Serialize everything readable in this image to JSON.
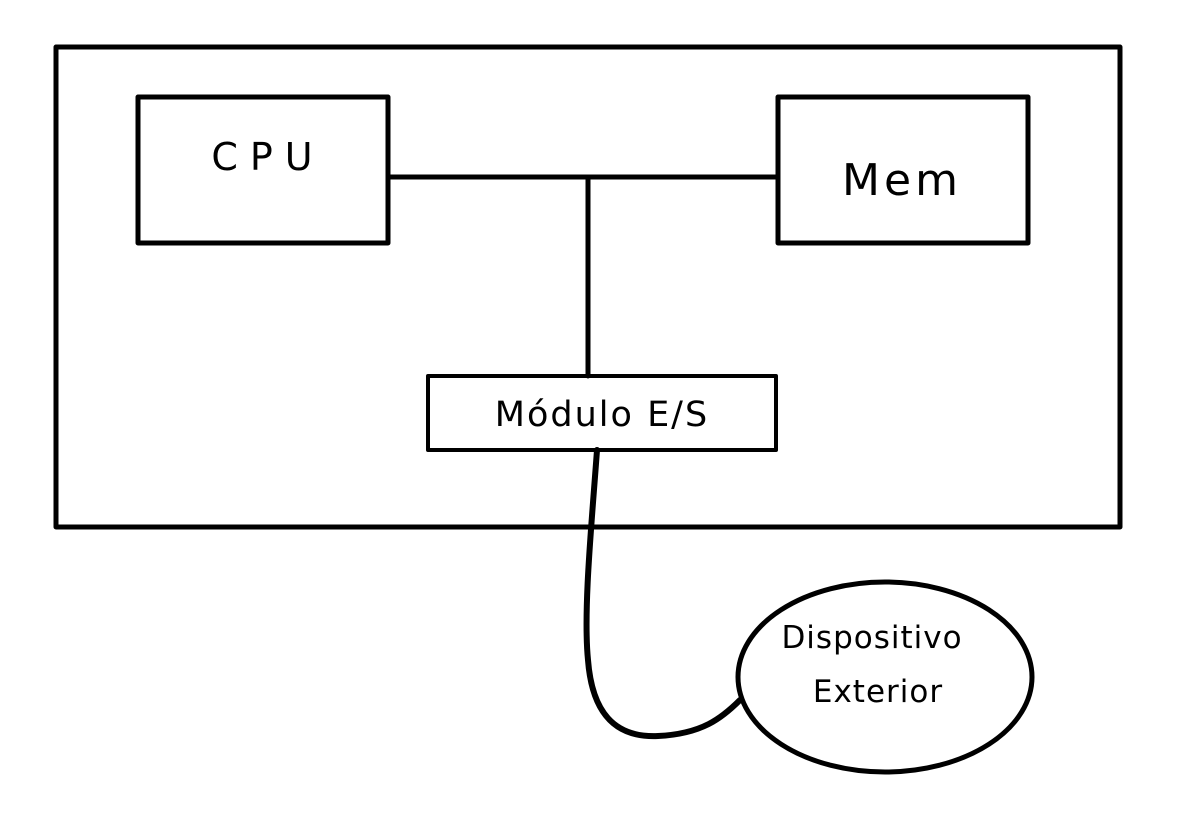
{
  "diagram": {
    "description": "Hand-drawn computer architecture diagram: CPU and memory connected by a bus to an I/O module, which links to an external device",
    "colors": {
      "stroke": "#000000",
      "background": "#ffffff"
    },
    "nodes": {
      "cpu": {
        "label": "CPU"
      },
      "mem": {
        "label": "Mem"
      },
      "io_module": {
        "label": "Módulo E/S"
      },
      "external_device": {
        "line1": "Dispositivo",
        "line2": "Exterior"
      }
    },
    "edges": [
      {
        "from": "cpu",
        "to": "mem",
        "kind": "bus-line"
      },
      {
        "from": "bus",
        "to": "io_module",
        "kind": "straight-line"
      },
      {
        "from": "io_module",
        "to": "external_device",
        "kind": "curved-line"
      }
    ]
  }
}
